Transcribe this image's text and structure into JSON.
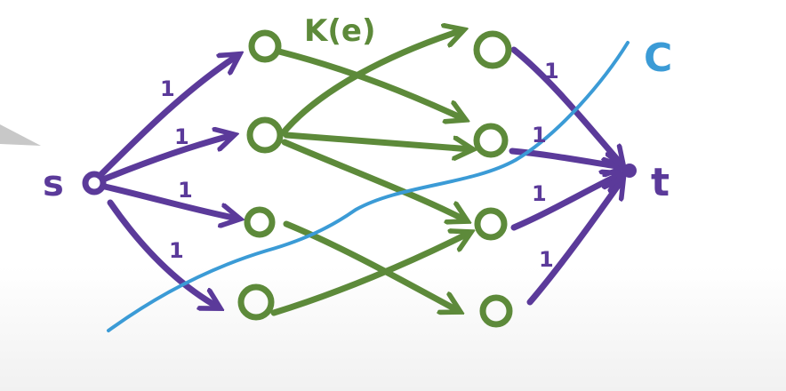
{
  "colors": {
    "flow_edge": "#5b3a9a",
    "inner_edge": "#5d8a3a",
    "cut": "#3b9bd6",
    "pointer": "#c8c8c8"
  },
  "labels": {
    "source": "s",
    "sink": "t",
    "capacity": "K(e)",
    "cut": "C"
  },
  "edge_weights": {
    "source_1": "1",
    "source_2": "1",
    "source_3": "1",
    "source_4": "1",
    "sink_1": "1",
    "sink_2": "1",
    "sink_3": "1",
    "sink_4": "1"
  }
}
